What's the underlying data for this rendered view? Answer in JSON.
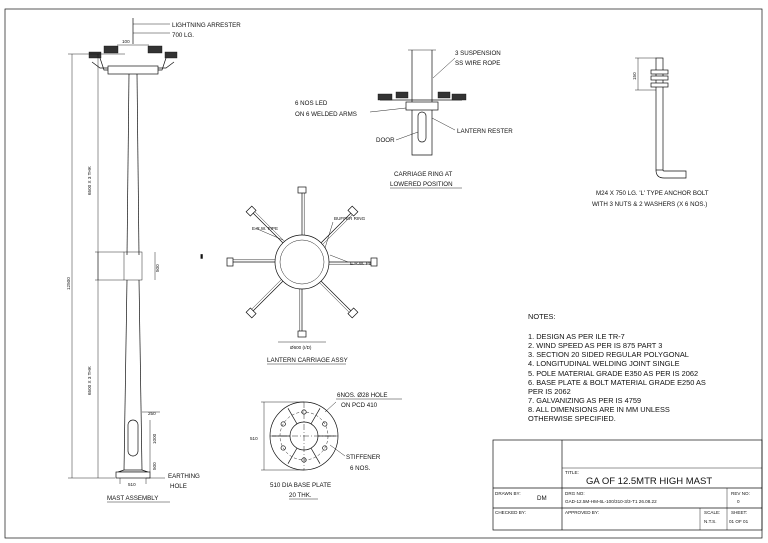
{
  "mast": {
    "lightning_arrester": "LIGHTNING ARRESTER",
    "arrester_length": "700 LG.",
    "dim_top": "100",
    "upper_thk": "6500 X 3 THK",
    "total_height": "12500",
    "overlap": "500",
    "lower_thk": "6500 X 3 THK",
    "door_top": "250",
    "door_height": "1000",
    "base_gap": "500",
    "base_width": "510",
    "earthing": "EARTHING",
    "hole": "HOLE",
    "caption": "MAST ASSEMBLY"
  },
  "lantern": {
    "suspension_1": "3 SUSPENSION",
    "suspension_2": "SS WIRE ROPE",
    "led_1": "6 NOS LED",
    "led_2": "ON 6 WELDED ARMS",
    "door": "DOOR",
    "rester": "LANTERN RESTER",
    "caption_1": "CARRIAGE RING AT",
    "caption_2": "LOWERED POSITION"
  },
  "anchor": {
    "dim": "150",
    "caption_1": "M24 X 750 LG. 'L' TYPE ANCHOR BOLT",
    "caption_2": "WITH 3 NUTS & 2 WASHERS (X 6 NOS.)"
  },
  "carriage": {
    "erw_pipe_1": "E.R.W. PIPE",
    "buffer_ring": "BUFFER RING",
    "erw_pipe_2": "E.R.W. PIPE",
    "dia": "Ø600 (I/D)",
    "caption": "LANTERN CARRIAGE ASSY"
  },
  "base_plate": {
    "holes": "6NOS. Ø28 HOLE",
    "pcd": "ON PCD 410",
    "dim": "510",
    "stiffener": "STIFFENER",
    "stiffener_qty": "6 NOS.",
    "caption_1": "510 DIA BASE PLATE",
    "caption_2": "20 THK."
  },
  "notes": {
    "heading": "NOTES:",
    "items": [
      "1. DESIGN AS PER ILE TR-7",
      "2. WIND SPEED AS PER IS 875 PART 3",
      "3. SECTION 20 SIDED REGULAR POLYGONAL",
      "4. LONGITUDINAL WELDING JOINT SINGLE",
      "5. POLE MATERIAL GRADE E350 AS PER IS 2062",
      "6. BASE PLATE & BOLT MATERIAL GRADE E250 AS",
      "PER IS 2062",
      "7. GALVANIZING AS PER IS 4759",
      "8. ALL DIMENSIONS ARE IN MM UNLESS",
      "OTHERWISE SPECIFIED."
    ]
  },
  "title_block": {
    "title_label": "TITLE:",
    "title": "GA OF 12.5MTR HIGH MAST",
    "drawn_label": "DRAWN BY:",
    "drawn_value": "DM",
    "drg_label": "DRG NO:",
    "drg_value": "GAD-12.5M-HM-6L-100/310-3/3-T1 26.08.22",
    "rev_label": "REV NO:",
    "rev_value": "0",
    "checked_label": "CHECKED BY:",
    "approved_label": "APPROVED BY:",
    "scale_label": "SCALE:",
    "scale_value": "N.T.S.",
    "sheet_label": "SHEET:",
    "sheet_value": "01 OF 01"
  }
}
